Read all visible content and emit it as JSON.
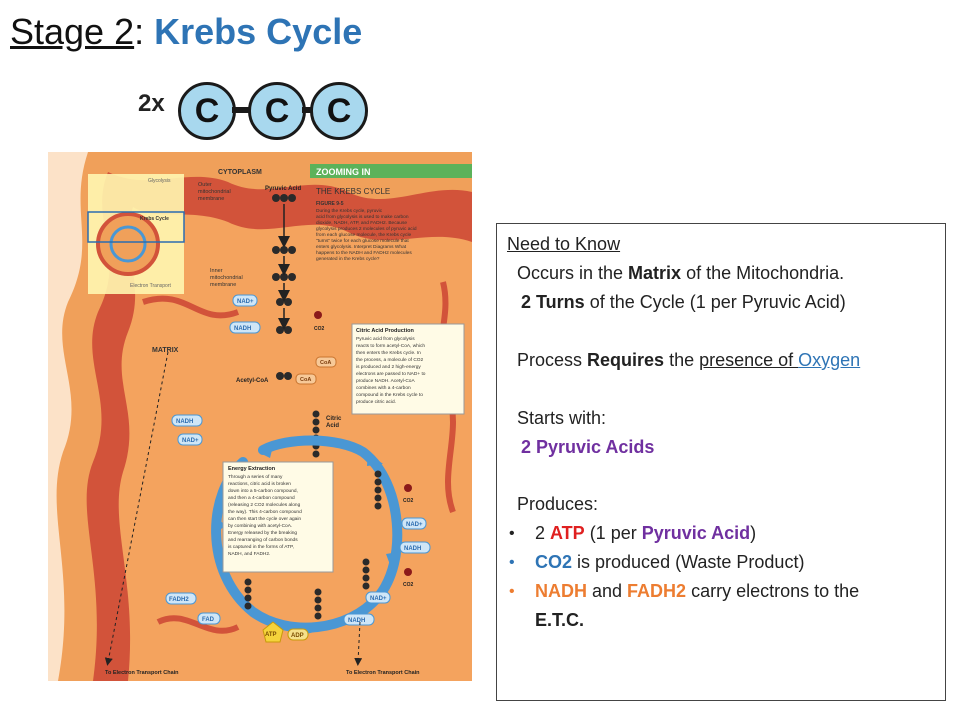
{
  "title": {
    "stage": "Stage 2",
    "colon": ":",
    "cycle": "Krebs Cycle"
  },
  "carbon_chain": {
    "multiplier": "2x",
    "atoms": [
      "C",
      "C",
      "C"
    ]
  },
  "figure": {
    "labels": {
      "cytoplasm": "CYTOPLASM",
      "zooming_in": "ZOOMING IN",
      "the_krebs_cycle": "THE KREBS CYCLE",
      "caption_title": "FIGURE 9-5",
      "caption_lines": [
        "During the Krebs cycle, pyruvic",
        "acid from glycolysis is used to make carbon",
        "dioxide, NADH, ATP, and FADH2. Because",
        "glycolysis produces 2 molecules of pyruvic acid",
        "from each glucose molecule, the Krebs cycle",
        "\"turns\" twice for each glucose molecule that",
        "enters glycolysis. Interpret Diagrams What",
        "happens to the NADH and FADH2 molecules",
        "generated in the Krebs cycle?"
      ],
      "outer_membrane": [
        "Outer",
        "mitochondrial",
        "membrane"
      ],
      "inner_membrane": [
        "Inner",
        "mitochondrial",
        "membrane"
      ],
      "pyruvic_acid": "Pyruvic Acid",
      "matrix": "MATRIX",
      "acetyl_coa": "Acetyl-CoA",
      "coa": "CoA",
      "citric_acid": [
        "Citric",
        "Acid"
      ],
      "citric_box_title": "Citric Acid Production",
      "citric_box_lines": [
        "Pyruvic acid from glycolysis",
        "reacts to form acetyl-CoA, which",
        "then enters the Krebs cycle. In",
        "the process, a molecule of CO2",
        "is produced and 2 high-energy",
        "electrons are passed to NAD+ to",
        "produce NADH. Acetyl-CoA",
        "combines with a 4-carbon",
        "compound in the Krebs cycle to",
        "produce citric acid."
      ],
      "energy_box_title": "Energy Extraction",
      "energy_box_lines": [
        "Through a series of many",
        "reactions, citric acid is broken",
        "down into a 5-carbon compound,",
        "and then a 4-carbon compound",
        "(releasing 2 CO2 molecules along",
        "the way). This 4-carbon compound",
        "can then start the cycle over again",
        "by combining with acetyl-CoA.",
        "Energy released by the breaking",
        "and rearranging of carbon bonds",
        "is captured in the forms of ATP,",
        "NADH, and FADH2."
      ],
      "nad": "NAD+",
      "nadh": "NADH",
      "co2": "CO2",
      "fadh2": "FADH2",
      "fad": "FAD",
      "atp": "ATP",
      "adp": "ADP",
      "to_etc": "To Electron Transport Chain",
      "mini_glycolysis": "Glycolysis",
      "mini_krebs": "Krebs Cycle",
      "mini_etc": "Electron Transport"
    },
    "colors": {
      "orange": "#f0a05a",
      "red": "#d2533a",
      "blue": "#4a97d4",
      "sidebar": "#fff6b0",
      "header": "#5cb25a"
    }
  },
  "panel": {
    "need_to_know": "Need to Know",
    "matrix_line": {
      "pre": "Occurs in the ",
      "bold": "Matrix",
      "post": " of the Mitochondria."
    },
    "turns_line": {
      "bold": "2 Turns",
      "post": " of the Cycle (1 per Pyruvic Acid)"
    },
    "oxygen_line": {
      "pre": "Process ",
      "bold": "Requires",
      "mid": " the ",
      "underline": "presence of ",
      "oxygen": "Oxygen"
    },
    "starts_with": "Starts with:",
    "pyruvic": "2 Pyruvic Acids",
    "produces": "Produces:",
    "bullets": {
      "atp": {
        "pre": "2 ",
        "atp": "ATP",
        "mid": " (1 per ",
        "pyruvic": "Pyruvic Acid",
        "post": ")"
      },
      "co2": {
        "co2": "CO2",
        "post": "  is produced (Waste Product)"
      },
      "nadh": {
        "nadh": "NADH",
        "mid": " and ",
        "fadh2": "FADH2",
        "post": " carry electrons to the",
        "etc": "E.T.C."
      }
    },
    "bullet_glyph": "•"
  }
}
